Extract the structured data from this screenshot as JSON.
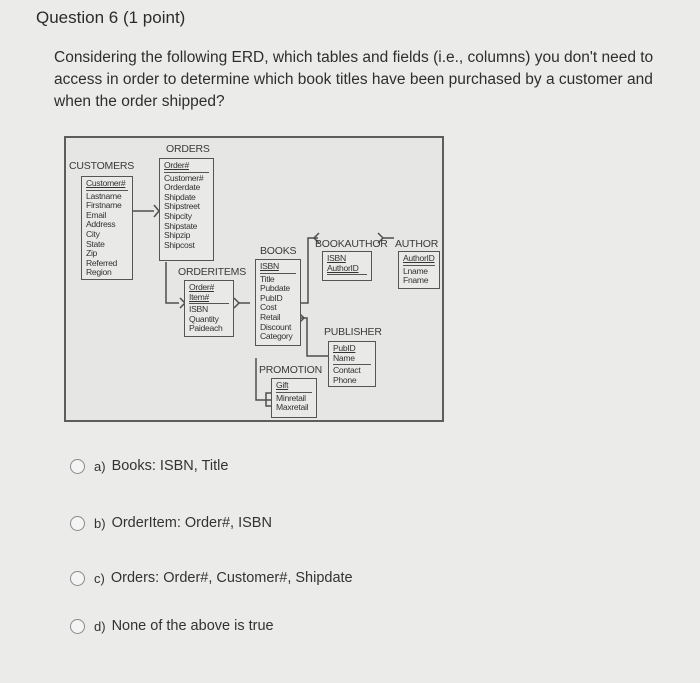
{
  "question": {
    "title": "Question 6",
    "points": "(1 point)",
    "text": "Considering the following ERD, which tables and fields (i.e., columns) you don't need to access in order to determine which book titles have been purchased by a customer and when the order shipped?"
  },
  "erd": {
    "tables": {
      "customers": {
        "name": "CUSTOMERS",
        "pk": [
          "Customer#"
        ],
        "fields": [
          "Lastname",
          "Firstname",
          "Email",
          "Address",
          "City",
          "State",
          "Zip",
          "Referred",
          "Region"
        ]
      },
      "orders": {
        "name": "ORDERS",
        "pk": [
          "Order#"
        ],
        "fields": [
          "Customer#",
          "Orderdate",
          "Shipdate",
          "Shipstreet",
          "Shipcity",
          "Shipstate",
          "Shipzip",
          "Shipcost"
        ]
      },
      "orderitems": {
        "name": "ORDERITEMS",
        "pk": [
          "Order#",
          "Item#"
        ],
        "fields": [
          "ISBN",
          "Quantity",
          "Paideach"
        ]
      },
      "books": {
        "name": "BOOKS",
        "pk": [
          "ISBN"
        ],
        "fields": [
          "Title",
          "Pubdate",
          "PubID",
          "Cost",
          "Retail",
          "Discount",
          "Category"
        ]
      },
      "bookauthor": {
        "name": "BOOKAUTHOR",
        "pk": [
          "ISBN",
          "AuthorID"
        ],
        "fields": []
      },
      "author": {
        "name": "AUTHOR",
        "pk": [
          "AuthorID"
        ],
        "fields": [
          "Lname",
          "Fname"
        ]
      },
      "publisher": {
        "name": "PUBLISHER",
        "pk": [
          "PubID"
        ],
        "fields": [
          "Name",
          "Contact",
          "Phone"
        ]
      },
      "promotion": {
        "name": "PROMOTION",
        "pk": [
          "Gift"
        ],
        "fields": [
          "Minretail",
          "Maxretail"
        ]
      }
    }
  },
  "options": [
    {
      "letter": "a)",
      "label": "Books: ISBN, Title"
    },
    {
      "letter": "b)",
      "label": "OrderItem: Order#, ISBN"
    },
    {
      "letter": "c)",
      "label": "Orders: Order#, Customer#, Shipdate"
    },
    {
      "letter": "d)",
      "label": "None of the above is true"
    }
  ]
}
